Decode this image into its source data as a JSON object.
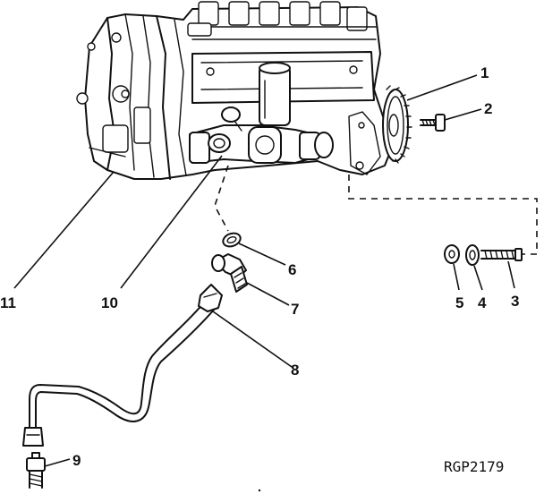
{
  "figure": {
    "reference_code": "RGP2179",
    "callouts": [
      {
        "id": "1",
        "label": "1"
      },
      {
        "id": "2",
        "label": "2"
      },
      {
        "id": "3",
        "label": "3"
      },
      {
        "id": "4",
        "label": "4"
      },
      {
        "id": "5",
        "label": "5"
      },
      {
        "id": "6",
        "label": "6"
      },
      {
        "id": "7",
        "label": "7"
      },
      {
        "id": "8",
        "label": "8"
      },
      {
        "id": "9",
        "label": "9"
      },
      {
        "id": "10",
        "label": "10"
      },
      {
        "id": "11",
        "label": "11"
      }
    ]
  },
  "colors": {
    "ink": "#111111",
    "background": "#ffffff"
  }
}
